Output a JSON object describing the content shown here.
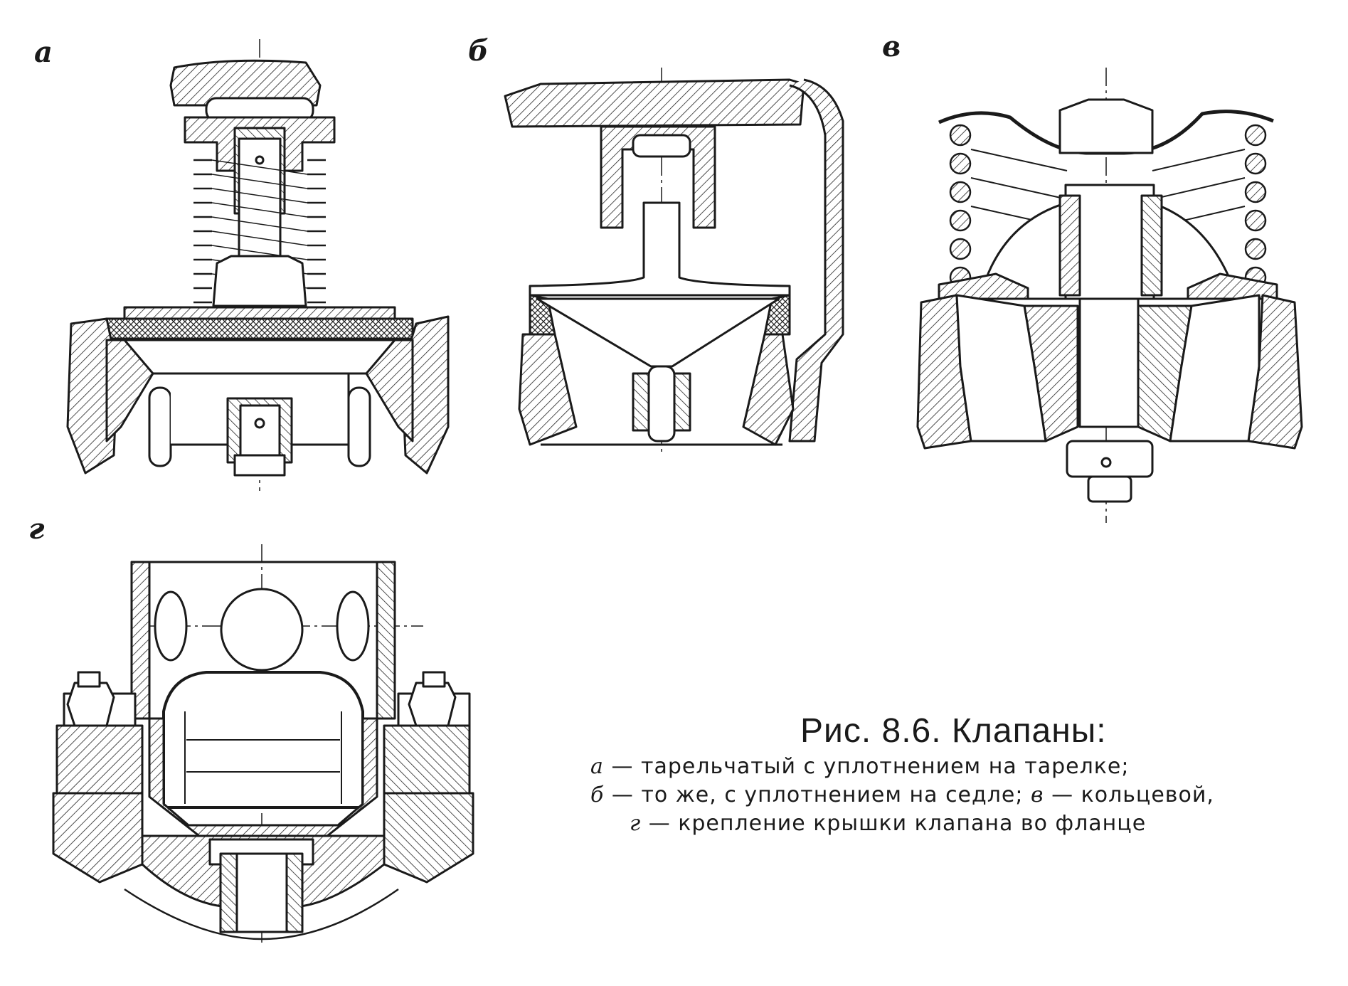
{
  "panels": {
    "a": "а",
    "b": "б",
    "v": "в",
    "g": "г"
  },
  "caption": {
    "title": "Рис. 8.6. Клапаны:",
    "line1": {
      "key": "а",
      "text": "— тарельчатый с уплотнением на тарелке;"
    },
    "line2": {
      "key1": "б",
      "text1": "— то же, с уплотнением на седле;",
      "key2": "в",
      "text2": "— кольцевой,"
    },
    "line3": {
      "key": "г",
      "text": "— крепление крышки клапана во фланце"
    }
  }
}
